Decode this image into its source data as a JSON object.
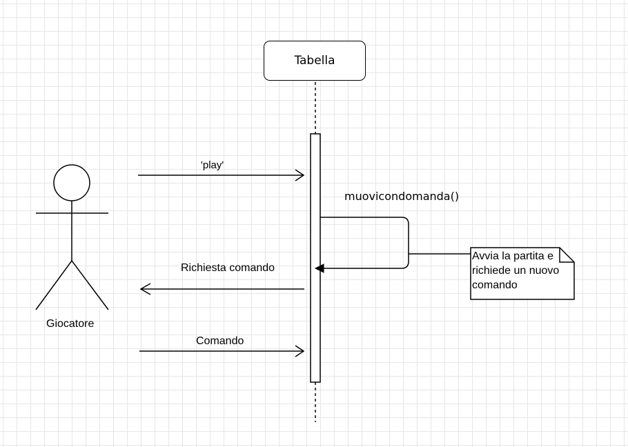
{
  "participant": {
    "name": "Tabella"
  },
  "actor": {
    "name": "Giocatore"
  },
  "messages": [
    {
      "label": "'play'"
    },
    {
      "label": "muovicondomanda()"
    },
    {
      "label": "Richiesta comando"
    },
    {
      "label": "Comando"
    }
  ],
  "note": {
    "text": "Avvia la partita e richiede un nuovo comando"
  },
  "colors": {
    "stroke": "#000000",
    "grid": "#e6e6e6",
    "background": "#ffffff"
  }
}
